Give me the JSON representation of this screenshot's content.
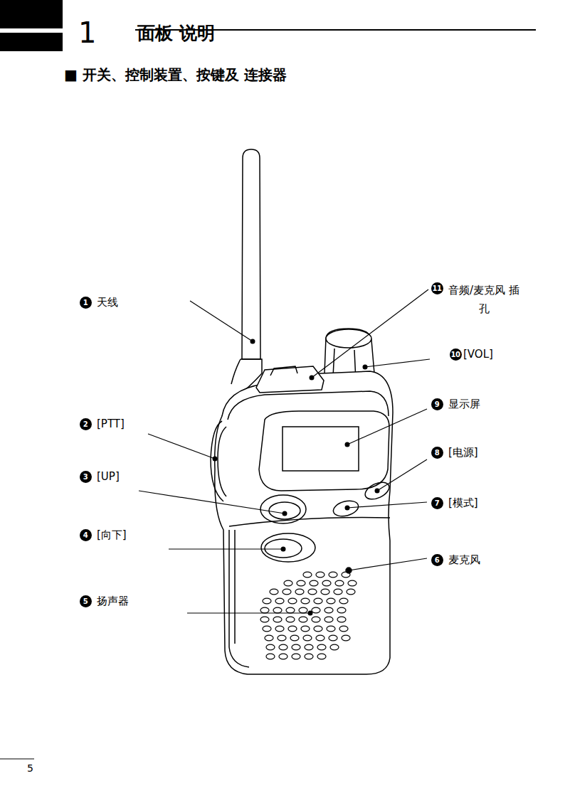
{
  "diagram": {
    "title": "面板 说明",
    "labels": [
      "1",
      "■ 开关、控制装置、按键及 连接器",
      "1",
      "天线",
      "2",
      "[PTT]",
      "3",
      "[UP]",
      "4",
      "[向下]",
      "5",
      "扬声器",
      "11",
      "音频/麦克风 插孔",
      "10",
      "[VOL]",
      "9",
      "显示屏",
      "8",
      "[电源]",
      "7",
      "[模式]",
      "6",
      "麦克风",
      "5"
    ]
  }
}
